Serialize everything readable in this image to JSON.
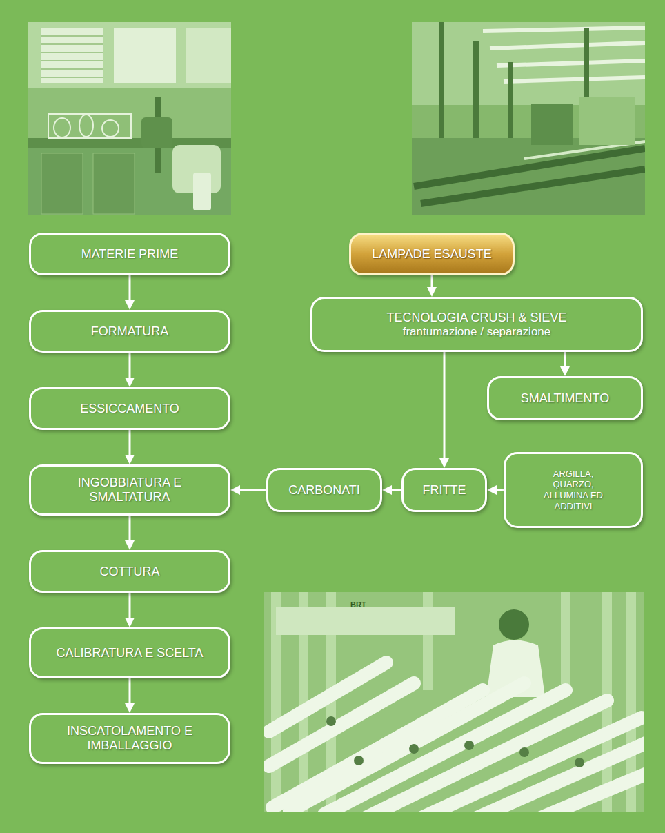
{
  "diagram": {
    "nodes": [
      {
        "text": [
          "MATERIE PRIME"
        ]
      },
      {
        "text": [
          "FORMATURA"
        ]
      },
      {
        "text": [
          "ESSICCAMENTO"
        ]
      },
      {
        "text": [
          "INGOBBIATURA E SMALTATURA"
        ]
      },
      {
        "text": [
          "COTTURA"
        ]
      },
      {
        "text": [
          "CALIBRATURA E SCELTA"
        ]
      },
      {
        "text": [
          "INSCATOLAMENTO E IMBALLAGGIO"
        ]
      },
      {
        "text": [
          "LAMPADE ESAUSTE"
        ]
      },
      {
        "text": [
          "TECNOLOGIA CRUSH & SIEVE",
          "frantumazione / separazione"
        ]
      },
      {
        "text": [
          "SMALTIMENTO"
        ]
      },
      {
        "text": [
          "CARBONATI"
        ]
      },
      {
        "text": [
          "FRITTE"
        ]
      },
      {
        "text": [
          "ARGILLA, QUARZO, ALLUMINA ED ADDITIVI"
        ]
      }
    ],
    "edges": [
      {
        "from": 0,
        "to": 1,
        "arrow": "to"
      },
      {
        "from": 1,
        "to": 2,
        "arrow": "to"
      },
      {
        "from": 2,
        "to": 3,
        "arrow": "to"
      },
      {
        "from": 3,
        "to": 4,
        "arrow": "to"
      },
      {
        "from": 4,
        "to": 5,
        "arrow": "to"
      },
      {
        "from": 5,
        "to": 6,
        "arrow": "to"
      },
      {
        "from": 7,
        "to": 8,
        "arrow": "to"
      },
      {
        "from": 8,
        "to": 9,
        "arrow": "to"
      },
      {
        "from": 8,
        "to": 11,
        "arrow": "to"
      },
      {
        "from": 12,
        "to": 11,
        "arrow": "to"
      },
      {
        "from": 11,
        "to": 10,
        "arrow": "to"
      },
      {
        "from": 10,
        "to": 3,
        "arrow": "to"
      }
    ],
    "labels": [
      "BRT"
    ]
  }
}
